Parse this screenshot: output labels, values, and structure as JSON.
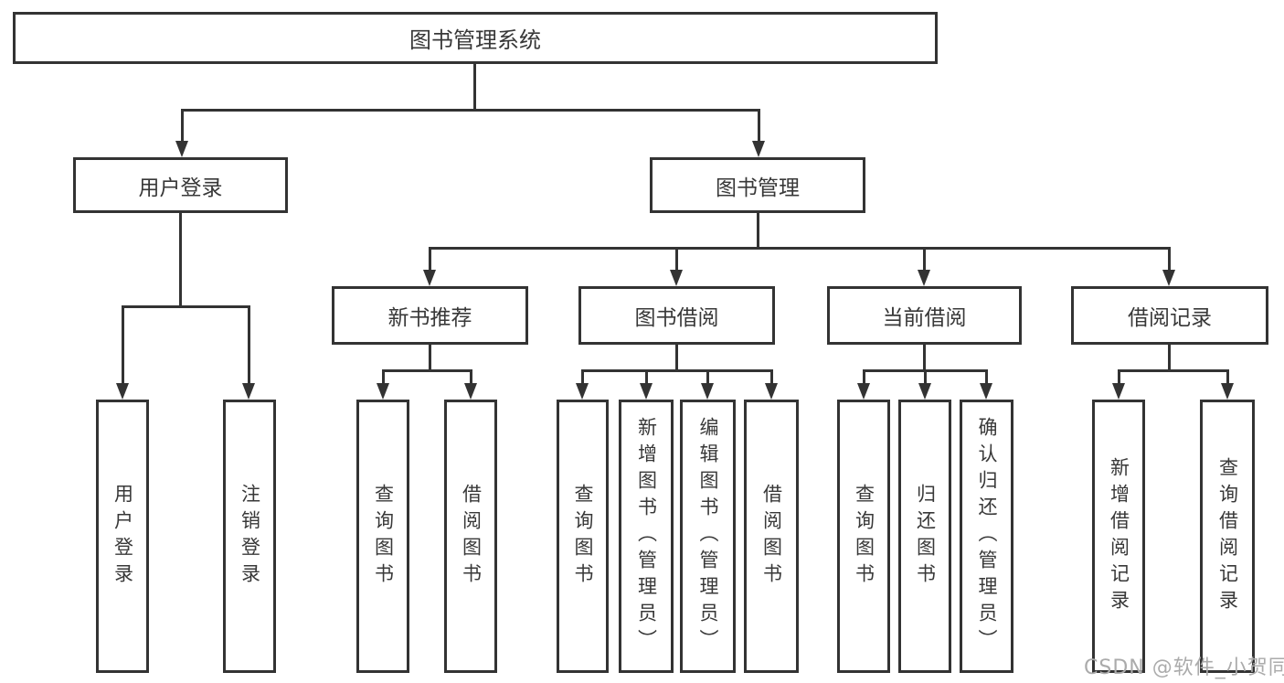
{
  "diagram": {
    "root": {
      "label": "图书管理系统"
    },
    "branches": [
      {
        "label": "用户登录",
        "children": [
          {
            "label": "用户登录"
          },
          {
            "label": "注销登录"
          }
        ]
      },
      {
        "label": "图书管理",
        "children": [
          {
            "label": "新书推荐",
            "children": [
              {
                "label": "查询图书"
              },
              {
                "label": "借阅图书"
              }
            ]
          },
          {
            "label": "图书借阅",
            "children": [
              {
                "label": "查询图书"
              },
              {
                "label": "新增图书（管理员）"
              },
              {
                "label": "编辑图书（管理员）"
              },
              {
                "label": "借阅图书"
              }
            ]
          },
          {
            "label": "当前借阅",
            "children": [
              {
                "label": "查询图书"
              },
              {
                "label": "归还图书"
              },
              {
                "label": "确认归还（管理员）"
              }
            ]
          },
          {
            "label": "借阅记录",
            "children": [
              {
                "label": "新增借阅记录"
              },
              {
                "label": "查询借阅记录"
              }
            ]
          }
        ]
      }
    ]
  },
  "watermark": {
    "text": "CSDN @软件_小贺同学"
  },
  "colors": {
    "line": "#333333",
    "text": "#383838",
    "watermark": "#ababab",
    "background": "#ffffff"
  }
}
